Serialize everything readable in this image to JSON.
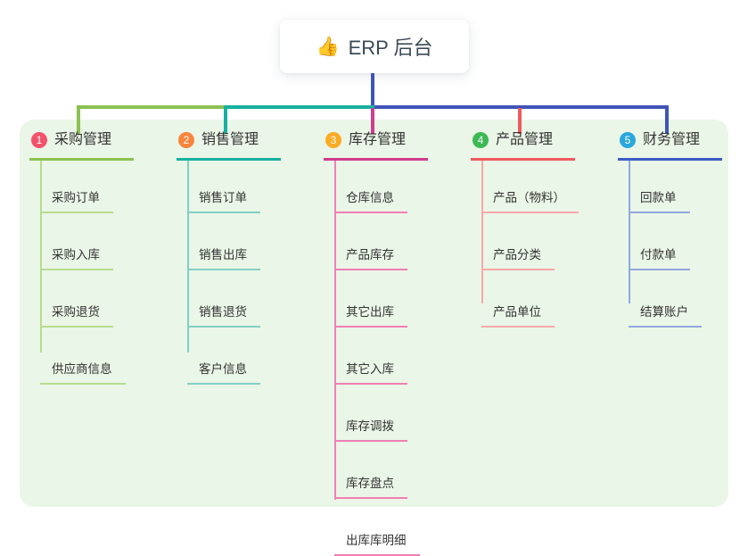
{
  "root": {
    "emoji": "👍",
    "label": "ERP 后台"
  },
  "panel": {
    "background": "#eaf6e7"
  },
  "connectors": {
    "root_drop": "#4053b8",
    "bus_green": "#8cc152",
    "bus_teal": "#17b0a0",
    "bus_blue": "#4053b8",
    "drop_magenta": "#cf3d8e",
    "drop_red": "#f05a5e",
    "drop_blue": "#4053b8"
  },
  "branches": [
    {
      "num": "1",
      "label": "采购管理",
      "badge_color": "#f4516c",
      "line_color": "#8cc152",
      "sub_line_color": "#b7dc8e",
      "items": [
        {
          "label": "采购订单"
        },
        {
          "label": "采购入库"
        },
        {
          "label": "采购退货"
        },
        {
          "label": "供应商信息"
        }
      ]
    },
    {
      "num": "2",
      "label": "销售管理",
      "badge_color": "#f9853c",
      "line_color": "#17b0a0",
      "sub_line_color": "#82d0c7",
      "items": [
        {
          "label": "销售订单"
        },
        {
          "label": "销售出库"
        },
        {
          "label": "销售退货"
        },
        {
          "label": "客户信息"
        }
      ]
    },
    {
      "num": "3",
      "label": "库存管理",
      "badge_color": "#fbab24",
      "line_color": "#cf3d8e",
      "sub_line_color": "#f07fb5",
      "items": [
        {
          "label": "仓库信息"
        },
        {
          "label": "产品库存"
        },
        {
          "label": "其它出库"
        },
        {
          "label": "其它入库"
        },
        {
          "label": "库存调拨"
        },
        {
          "label": "库存盘点"
        },
        {
          "label": "出库库明细"
        }
      ]
    },
    {
      "num": "4",
      "label": "产品管理",
      "badge_color": "#3cb954",
      "line_color": "#f05a5e",
      "sub_line_color": "#f8a8aa",
      "items": [
        {
          "label": "产品（物料）"
        },
        {
          "label": "产品分类"
        },
        {
          "label": "产品单位"
        }
      ]
    },
    {
      "num": "5",
      "label": "财务管理",
      "badge_color": "#2aa7dd",
      "line_color": "#3b5cc4",
      "sub_line_color": "#93a7e0",
      "items": [
        {
          "label": "回款单"
        },
        {
          "label": "付款单"
        },
        {
          "label": "结算账户"
        }
      ]
    }
  ]
}
